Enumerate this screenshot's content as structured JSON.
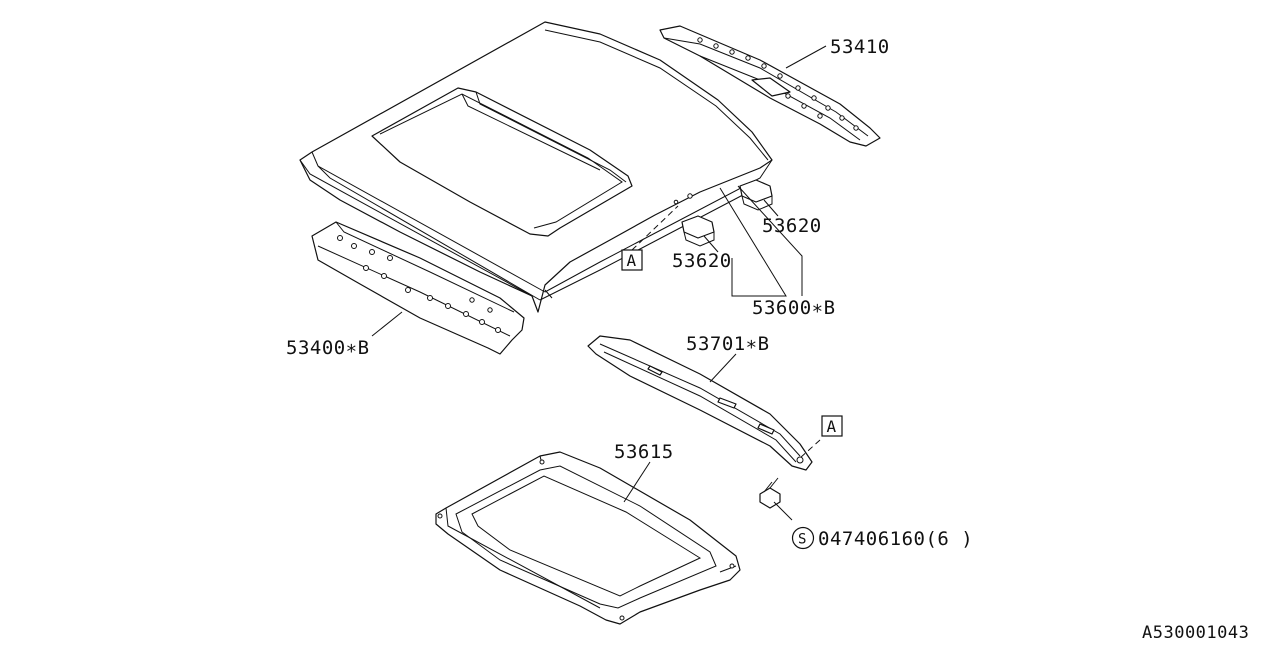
{
  "diagram": {
    "part_labels": {
      "p53410": "53410",
      "p53620_upper": "53620",
      "p53620_lower": "53620",
      "p53600b": "53600∗B",
      "p53400b": "53400∗B",
      "p53701b": "53701∗B",
      "p53615": "53615",
      "bolt_prefix": "S",
      "bolt_number": "047406160(6 )"
    },
    "callouts": {
      "a_top": "A",
      "a_bottom": "A"
    },
    "reference_code": "A530001043"
  }
}
